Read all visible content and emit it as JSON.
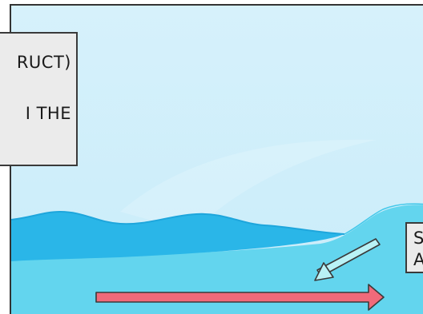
{
  "panel": {
    "left_label": {
      "line1": "RUCT)",
      "line2": "I THE"
    },
    "right_label": {
      "line1": "S",
      "line2": "A"
    }
  },
  "colors": {
    "sky": "#cfeefb",
    "frame": "#333333",
    "water_dark": "#2ab6e8",
    "water_light": "#63d5ee",
    "wave_crest": "#1ea6dc",
    "arrow_backwash": "#b9f2f6",
    "arrow_swash": "#f06a7a",
    "box_fill": "#ebebeb"
  },
  "icons": [
    "arrow-backwash-icon",
    "arrow-swash-icon"
  ]
}
